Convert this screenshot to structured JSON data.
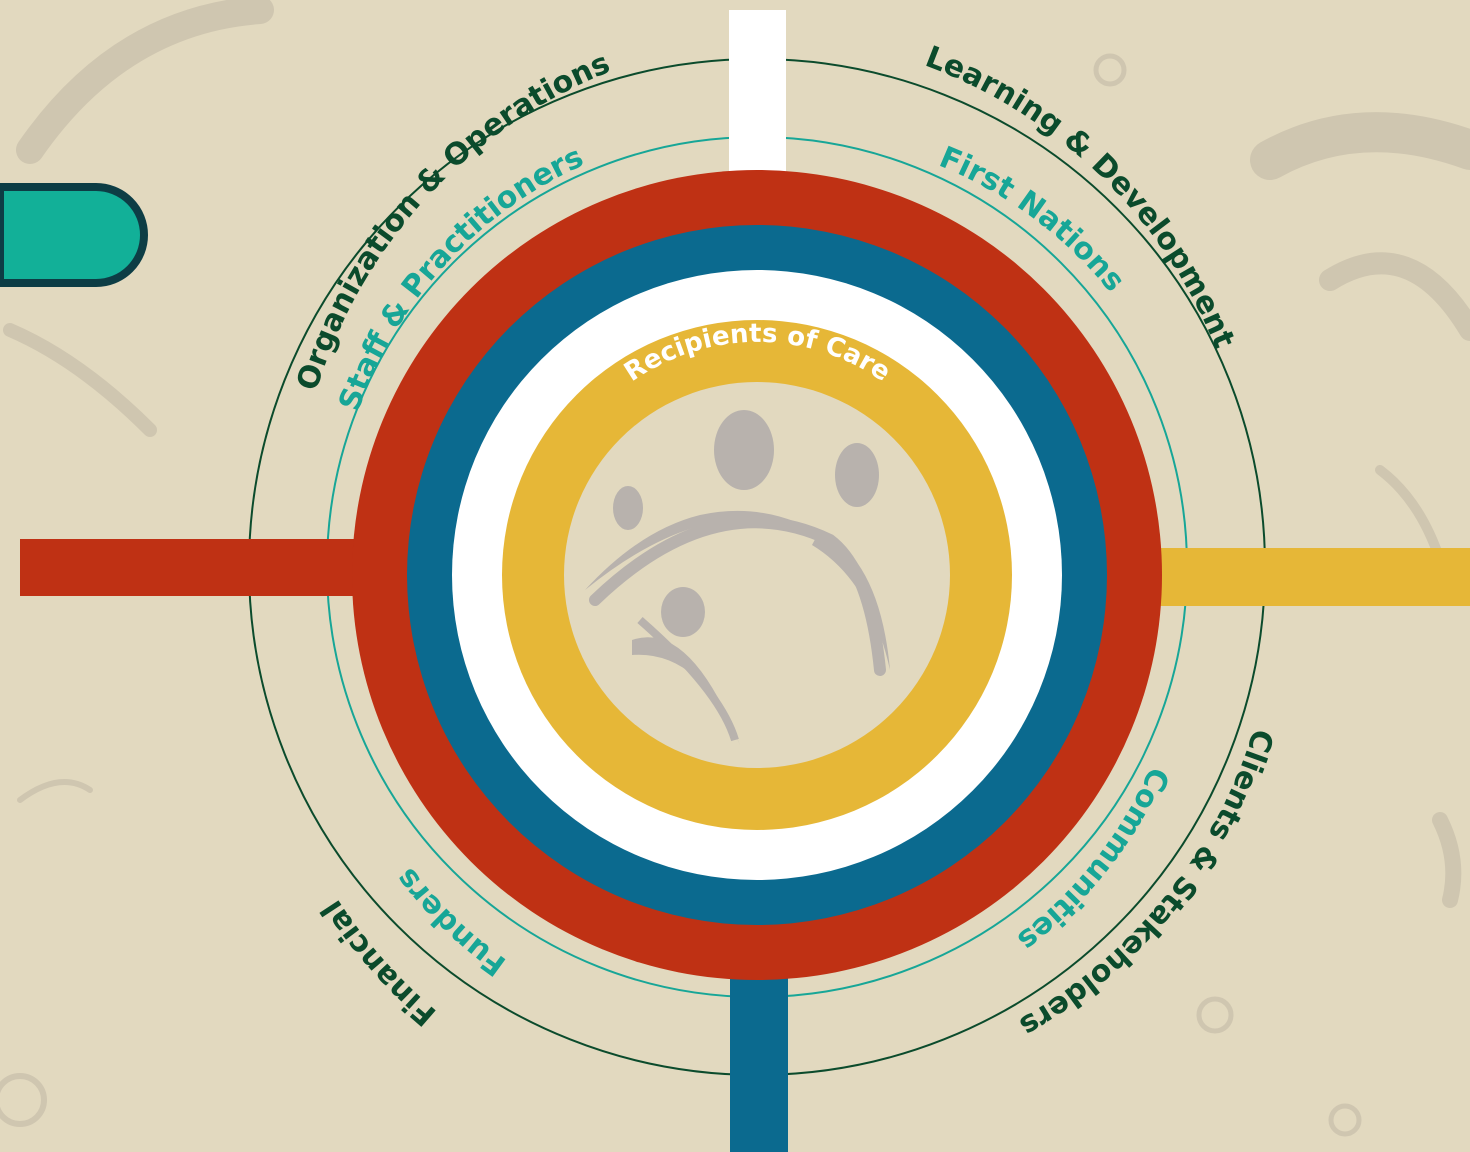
{
  "colors": {
    "background": "#e2d9bf",
    "red": "#bf3114",
    "blue": "#0b6a8f",
    "gold": "#e6b737",
    "white": "#ffffff",
    "dark_green": "#0b4b2c",
    "teal": "#17a697",
    "teal_tab": "#12b098",
    "tab_outline": "#0d3d45",
    "people_gray": "#b8b2ad",
    "swirl": "#cfc6b0"
  },
  "center": {
    "label": "Recipients of Care",
    "icon": "people-group-icon"
  },
  "outer_labels": {
    "organization_operations": "Organization & Operations",
    "learning_development": "Learning & Development",
    "clients_stakeholders": "Clients & Stakeholders",
    "financial": "Financial"
  },
  "inner_labels": {
    "staff_practitioners": "Staff & Practitioners",
    "first_nations": "First Nations",
    "communities": "Communities",
    "funders": "Funders"
  }
}
